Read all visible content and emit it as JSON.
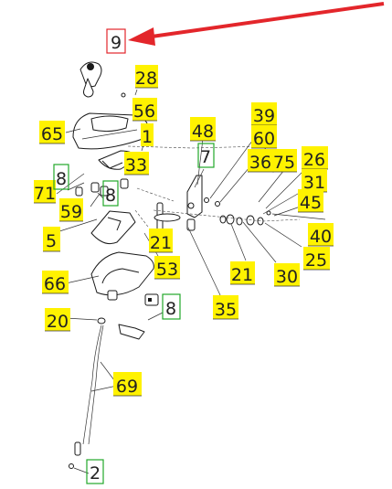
{
  "callouts": {
    "c9": "9",
    "c28": "28",
    "c56": "56",
    "c65": "65",
    "c1": "1",
    "c48": "48",
    "c7": "7",
    "c39": "39",
    "c60": "60",
    "c36": "36",
    "c75": "75",
    "c26": "26",
    "c31": "31",
    "c45": "45",
    "c33": "33",
    "c71": "71",
    "c8a": "8",
    "c59": "59",
    "c8b": "8",
    "c5": "5",
    "c21a": "21",
    "c53": "53",
    "c40": "40",
    "c25": "25",
    "c30": "30",
    "c21b": "21",
    "c66": "66",
    "c35": "35",
    "c8c": "8",
    "c20": "20",
    "c69": "69",
    "c2": "2"
  },
  "colors": {
    "label_fill": "#fff200",
    "callout_box_green": "#22a82a",
    "callout_box_red": "#e3262b",
    "arrow_red": "#e3262b"
  }
}
